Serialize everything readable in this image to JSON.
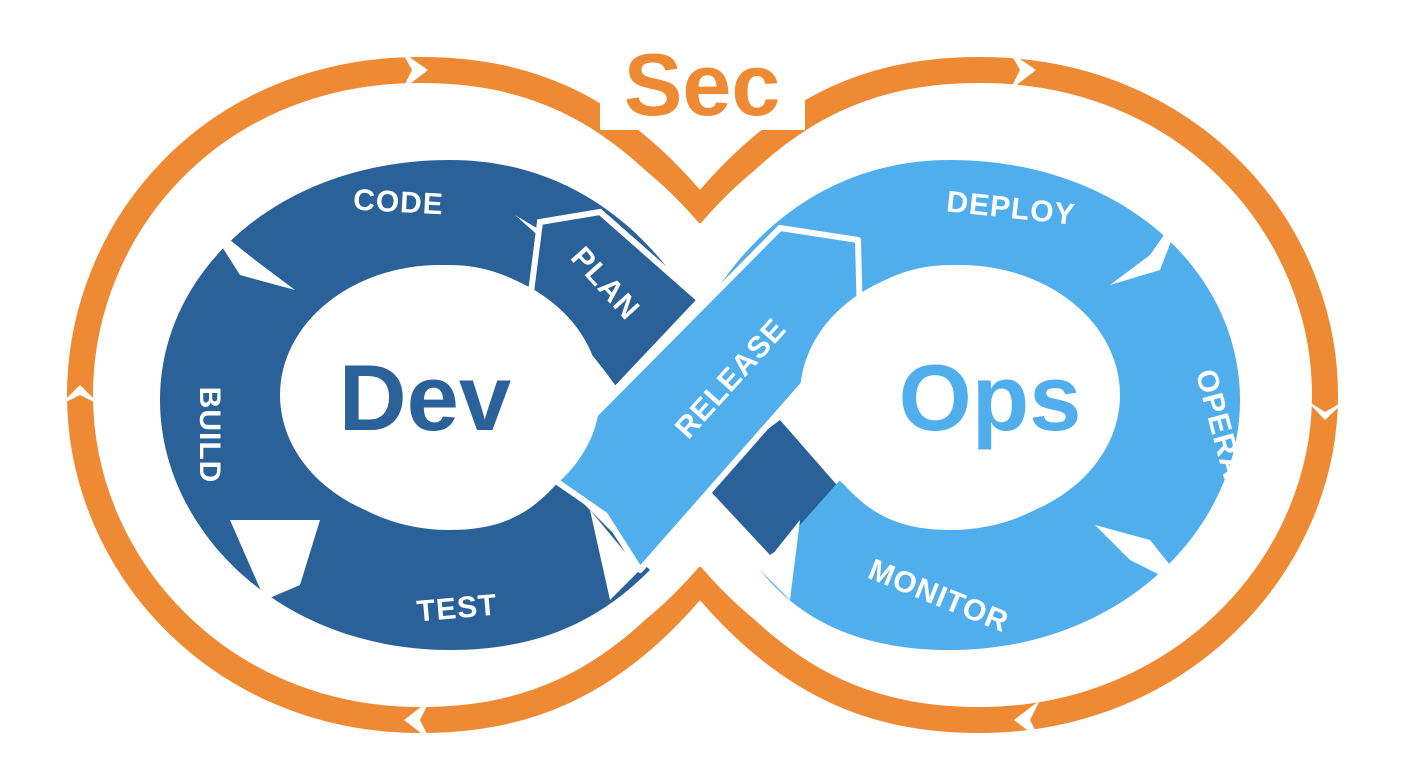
{
  "title": "Sec",
  "left_loop": {
    "word": "Dev",
    "stages": {
      "code": "CODE",
      "plan": "PLAN",
      "build": "BUILD",
      "test": "TEST"
    }
  },
  "bridge": {
    "release": "RELEASE"
  },
  "right_loop": {
    "word": "Ops",
    "stages": {
      "deploy": "DEPLOY",
      "operate": "OPERATE",
      "monitor": "MONITOR"
    }
  },
  "colors": {
    "sec_orange": "#EE8A33",
    "dev_blue": "#2A6198",
    "ops_blue": "#4FAEEB",
    "background": "#FFFFFF"
  }
}
